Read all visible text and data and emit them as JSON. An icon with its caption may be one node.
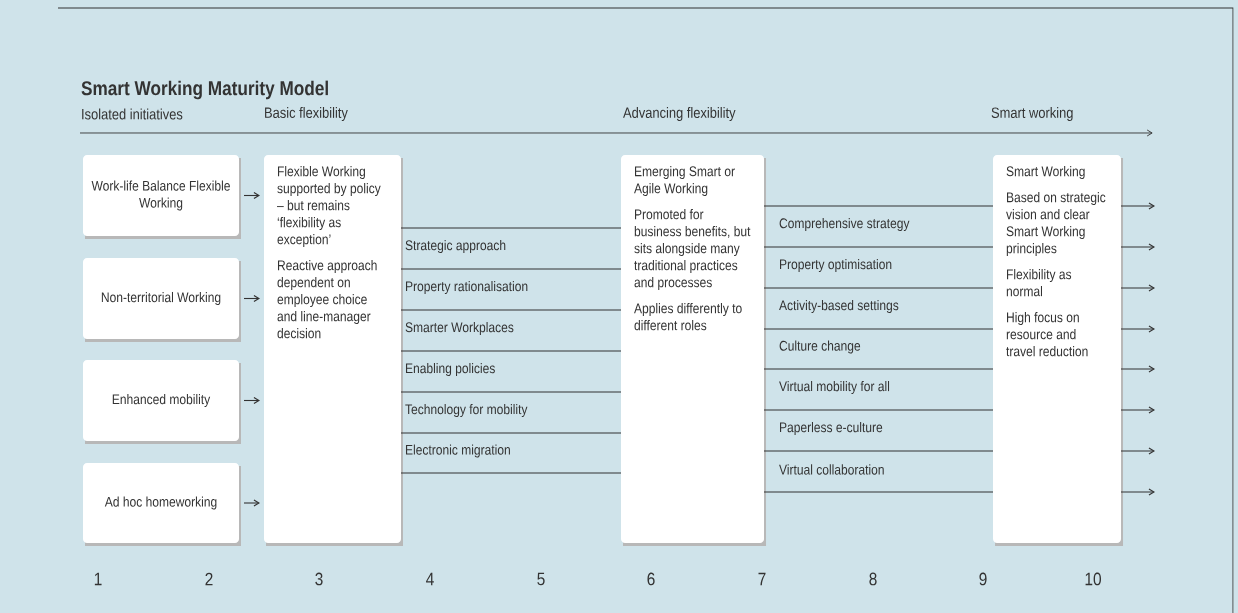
{
  "diagram": {
    "title": "Smart Working Maturity Model",
    "nodes": [
      {
        "text": [
          "Work-life Balance Flexible Working"
        ]
      },
      {
        "text": [
          "Non-territorial Working"
        ]
      },
      {
        "text": [
          "Enhanced mobility"
        ]
      },
      {
        "text": [
          "Ad hoc homeworking"
        ]
      },
      {
        "text": [
          "Flexible Working supported by policy – but remains ‘flexibility as exception’",
          "Reactive approach dependent on employee choice and line-manager decision"
        ]
      },
      {
        "text": [
          "Emerging Smart or Agile Working",
          "Promoted for business benefits, but sits alongside many traditional practices and processes",
          "Applies differently to different roles"
        ]
      },
      {
        "text": [
          "Smart Working",
          "Based on strategic vision and clear Smart Working principles",
          "Flexibility as normal",
          "High focus on resource and travel reduction"
        ]
      }
    ],
    "edges": [
      {
        "from": 0,
        "to": 4,
        "arrow": "to"
      },
      {
        "from": 1,
        "to": 4,
        "arrow": "to"
      },
      {
        "from": 2,
        "to": 4,
        "arrow": "to"
      },
      {
        "from": 3,
        "to": 4,
        "arrow": "to"
      },
      {
        "from": 4,
        "to": 5,
        "arrow": "none"
      },
      {
        "from": 4,
        "to": 5,
        "arrow": "none"
      },
      {
        "from": 4,
        "to": 5,
        "arrow": "none"
      },
      {
        "from": 4,
        "to": 5,
        "arrow": "none"
      },
      {
        "from": 4,
        "to": 5,
        "arrow": "none"
      },
      {
        "from": 4,
        "to": 5,
        "arrow": "none"
      },
      {
        "from": 4,
        "to": 5,
        "arrow": "none"
      },
      {
        "from": 5,
        "to": 6,
        "arrow": "none"
      },
      {
        "from": 5,
        "to": 6,
        "arrow": "none"
      },
      {
        "from": 5,
        "to": 6,
        "arrow": "none"
      },
      {
        "from": 5,
        "to": 6,
        "arrow": "none"
      },
      {
        "from": 5,
        "to": 6,
        "arrow": "none"
      },
      {
        "from": 5,
        "to": 6,
        "arrow": "none"
      },
      {
        "from": 5,
        "to": 6,
        "arrow": "none"
      },
      {
        "from": 5,
        "to": 6,
        "arrow": "none"
      },
      {
        "from": 6,
        "to": null,
        "arrow": "to"
      },
      {
        "from": 6,
        "to": null,
        "arrow": "to"
      },
      {
        "from": 6,
        "to": null,
        "arrow": "to"
      },
      {
        "from": 6,
        "to": null,
        "arrow": "to"
      },
      {
        "from": 6,
        "to": null,
        "arrow": "to"
      },
      {
        "from": 6,
        "to": null,
        "arrow": "to"
      },
      {
        "from": 6,
        "to": null,
        "arrow": "to"
      },
      {
        "from": 6,
        "to": null,
        "arrow": "to"
      }
    ],
    "labels": [
      "Isolated initiatives",
      "Basic flexibility",
      "Advancing flexibility",
      "Smart working",
      "Strategic approach",
      "Property rationalisation",
      "Smarter Workplaces",
      "Enabling policies",
      "Technology for mobility",
      "Electronic migration",
      "Comprehensive strategy",
      "Property optimisation",
      "Activity-based settings",
      "Culture change",
      "Virtual mobility for all",
      "Paperless e-culture",
      "Virtual collaboration",
      "1",
      "2",
      "3",
      "4",
      "5",
      "6",
      "7",
      "8",
      "9",
      "10"
    ]
  }
}
